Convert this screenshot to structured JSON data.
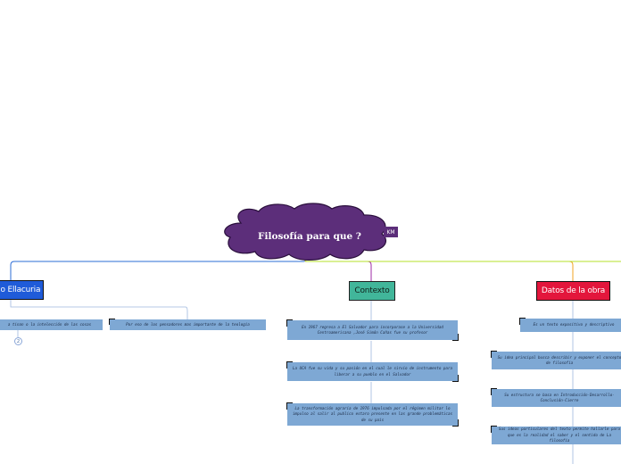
{
  "central": {
    "title": "Filosofía  para que ?",
    "badge": "KM",
    "cloud_color": "#5c2e7a"
  },
  "branches": [
    {
      "label": "ado Ellacuria",
      "fill": "#1f5bd9",
      "text_color": "#ffffff",
      "line_color": "#2b6cd6",
      "leaves": [
        {
          "text": "a tinan o la intelección de las cosas"
        },
        {
          "text": "Por eso de los pensadores mas importante de la teología"
        }
      ],
      "collapsed_count": "2"
    },
    {
      "label": "Contexto",
      "fill": "#41b69a",
      "text_color": "#10201a",
      "line_color": "#9c2aa4",
      "leaves": [
        {
          "text": "En 1967 regresa a El Salvador para incorporase  a la Universidad Centroamericana ,José Simón Cañas fue su profesor"
        },
        {
          "text": "La UCA  fue su vida  y su pasión en el cual le sirvio de instrumento para liberar    a su pueblo en el Salvador"
        },
        {
          "text": "La transformación agraria de 1976 impulsada por el régimen militar  lo impulso  al salir al publico  estaro presente en las grande problemáticas de su país"
        }
      ]
    },
    {
      "label": "Datos  de la obra",
      "fill": "#e3163c",
      "text_color": "#ffffff",
      "line_color": "#f0a321",
      "leaves": [
        {
          "text": "Es un texto expositivo y descriptivo"
        },
        {
          "text": "Su idea principal busca describir y exponer  el concepto de filosofía"
        },
        {
          "text": "Su estructura se basa en Introducción-Desarrollo-Conclusión-Cierre"
        },
        {
          "text": "Sus ideas particulares del texto permite hallarle para que es la realidad  el saber y el sentido de La filosofía"
        }
      ]
    }
  ],
  "colors": {
    "branch_right_line": "#b6e02a",
    "leaf_fill": "#7ea8d4",
    "leaf_connector": "#9fb8de",
    "corner_mark": "#111111"
  }
}
